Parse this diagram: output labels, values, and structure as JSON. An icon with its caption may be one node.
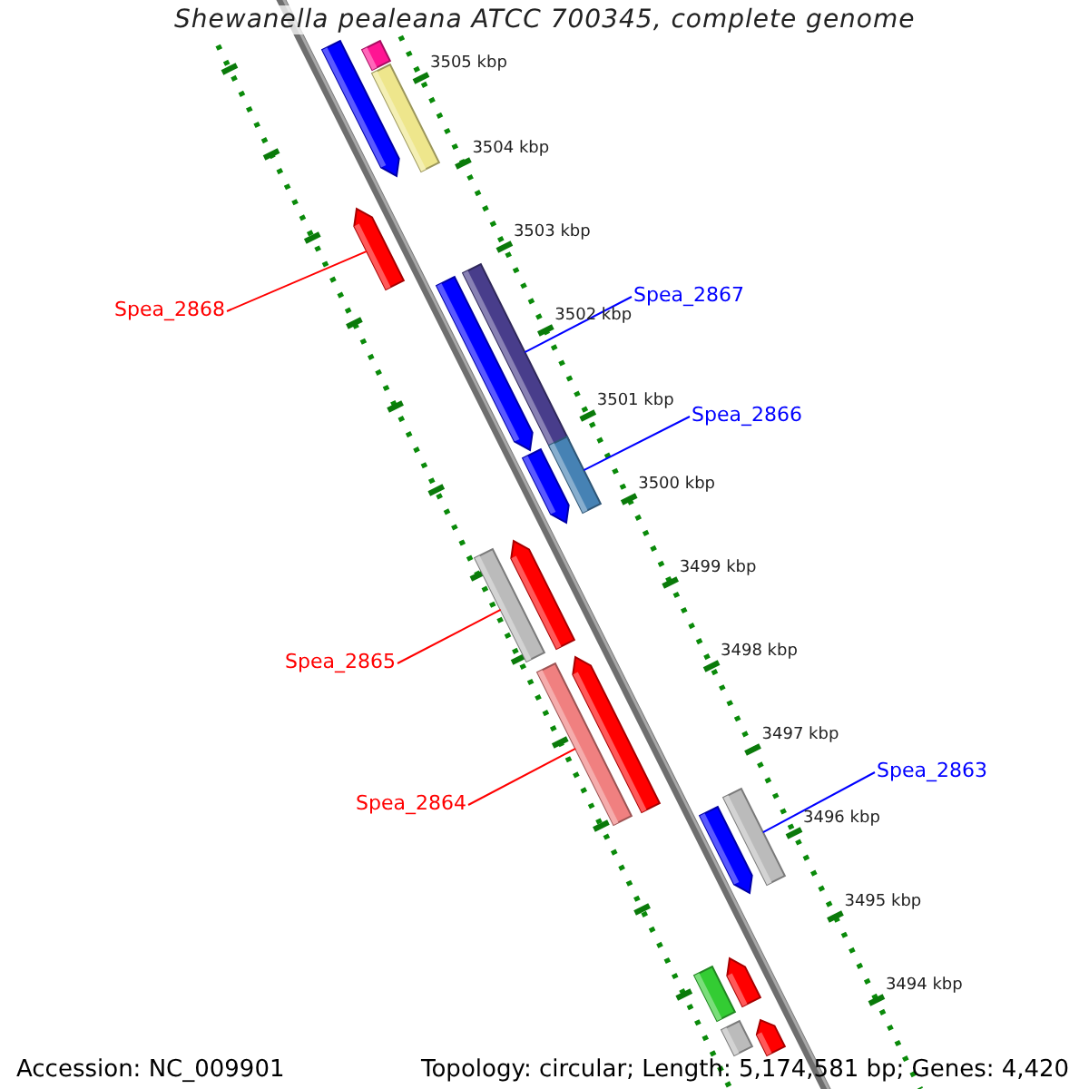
{
  "diagram": {
    "title": "Shewanella pealeana ATCC 700345, complete genome",
    "nodes": [
      {
        "text": [],
        "shape": "bar"
      },
      {
        "text": [],
        "shape": "bar"
      },
      {
        "text": [],
        "shape": "bar"
      },
      {
        "text": [],
        "shape": "bar"
      },
      {
        "text": [],
        "shape": "bar"
      },
      {
        "text": [],
        "shape": "bar"
      },
      {
        "text": [
          "Spea_2867"
        ]
      },
      {
        "text": [
          "Spea_2868"
        ]
      },
      {
        "text": [
          "Spea_2866"
        ]
      },
      {
        "text": [],
        "shape": "bar"
      },
      {
        "text": [],
        "shape": "bar"
      },
      {
        "text": [],
        "shape": "bar"
      },
      {
        "text": [],
        "shape": "bar"
      },
      {
        "text": [
          "Spea_2865"
        ]
      },
      {
        "text": [],
        "shape": "bar"
      },
      {
        "text": [],
        "shape": "bar"
      },
      {
        "text": [
          "Spea_2863"
        ]
      },
      {
        "text": [
          "Spea_2864"
        ]
      },
      {
        "text": [],
        "shape": "bar"
      },
      {
        "text": [],
        "shape": "bar"
      },
      {
        "text": [],
        "shape": "bar"
      },
      {
        "text": [],
        "shape": "bar"
      },
      {
        "text": [],
        "shape": "bar"
      },
      {
        "text": [],
        "shape": "bar"
      }
    ],
    "edges": [
      {
        "from": 6,
        "to": 4,
        "arrow": "none",
        "color": "#0000ff"
      },
      {
        "from": 7,
        "to": 3,
        "arrow": "none",
        "color": "#ff0000"
      },
      {
        "from": 8,
        "to": 9,
        "arrow": "none",
        "color": "#0000ff"
      },
      {
        "from": 13,
        "to": 12,
        "arrow": "none",
        "color": "#ff0000"
      },
      {
        "from": 16,
        "to": 18,
        "arrow": "none",
        "color": "#0000ff"
      },
      {
        "from": 17,
        "to": 15,
        "arrow": "none",
        "color": "#ff0000"
      }
    ],
    "labels": [
      "3505 kbp",
      "3504 kbp",
      "3503 kbp",
      "3502 kbp",
      "3501 kbp",
      "3500 kbp",
      "3499 kbp",
      "3498 kbp",
      "3497 kbp",
      "3496 kbp",
      "3495 kbp",
      "3494 kbp",
      "Accession: NC_009901",
      "Topology: circular; Length: 5,174,581 bp; Genes: 4,420"
    ]
  }
}
